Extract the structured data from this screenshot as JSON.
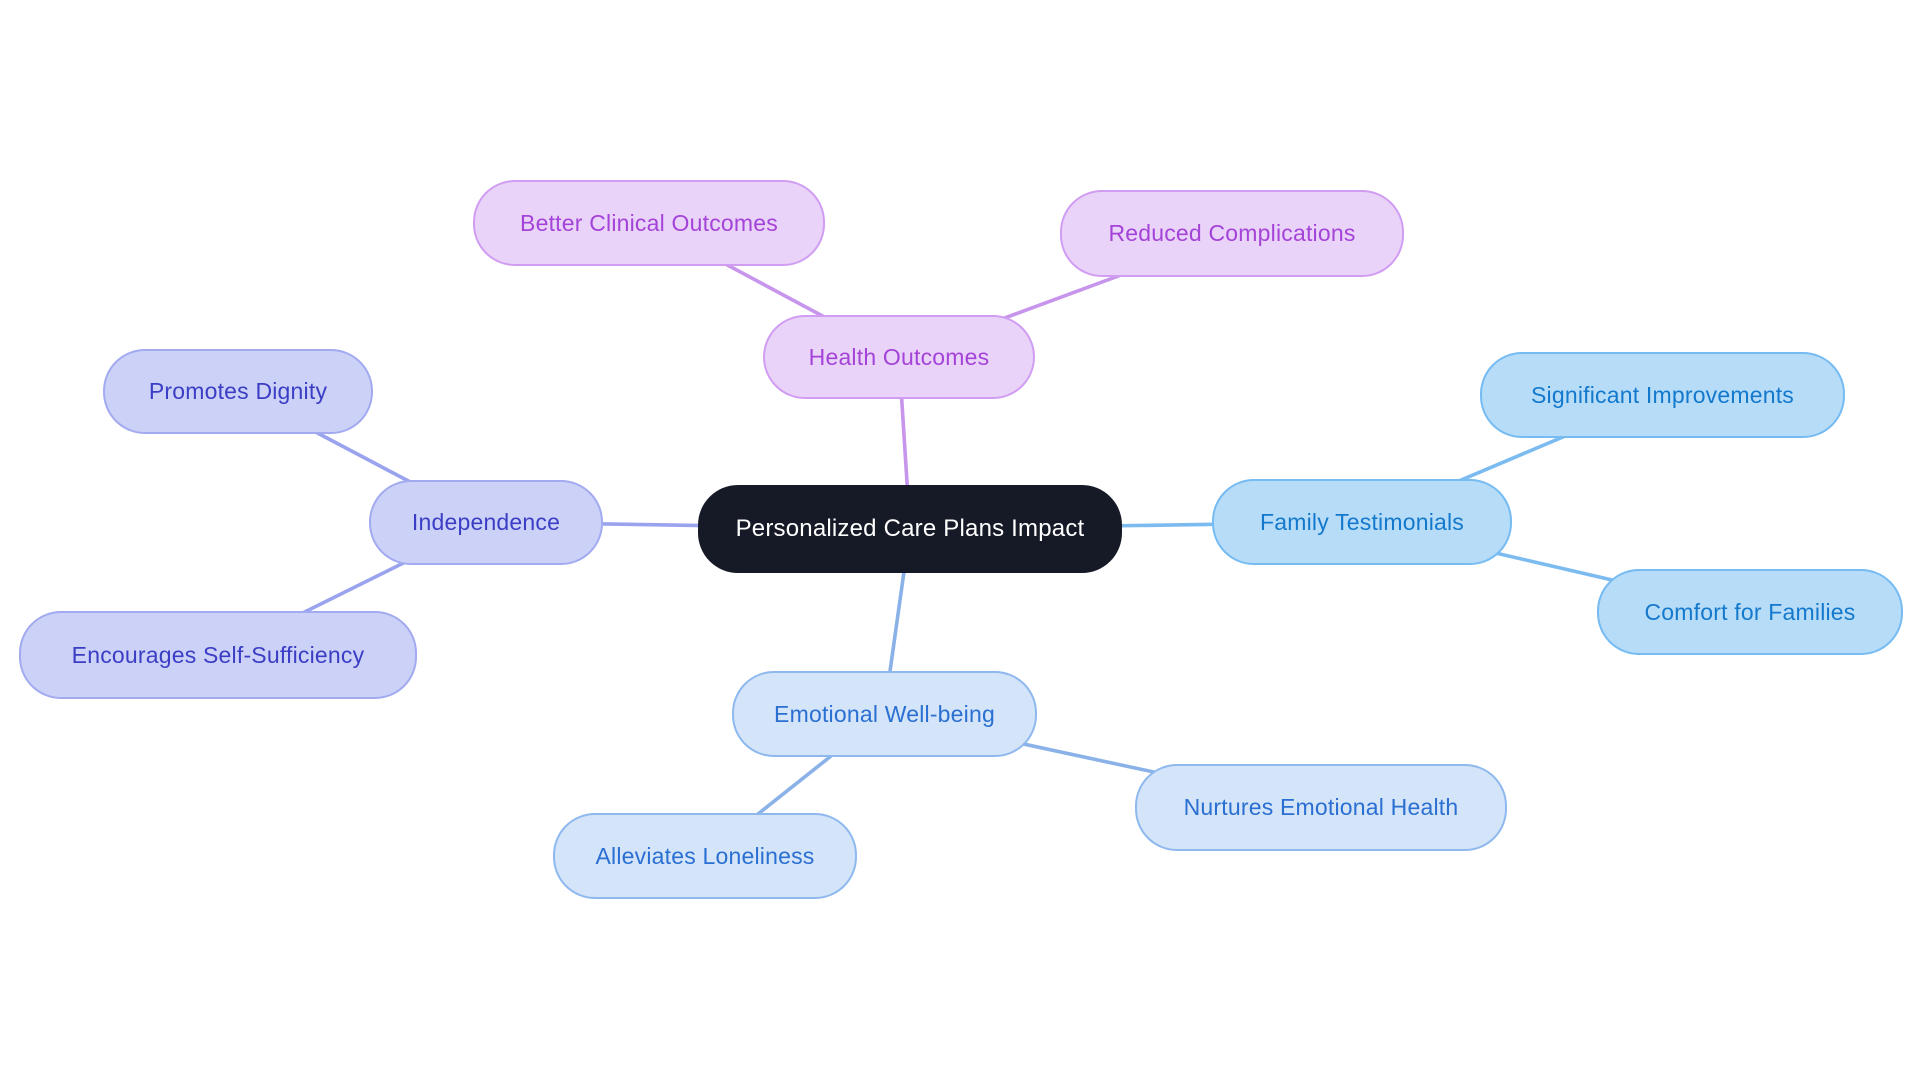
{
  "diagram": {
    "type": "mindmap",
    "background_color": "#ffffff",
    "center": {
      "label": "Personalized Care Plans Impact",
      "fill": "#161a26",
      "text_color": "#ffffff"
    },
    "branches": [
      {
        "label": "Health Outcomes",
        "fill": "#ead3f8",
        "border": "#d09df2",
        "text_color": "#a443d8",
        "edge_color": "#c795ec",
        "children": [
          {
            "label": "Better Clinical Outcomes"
          },
          {
            "label": "Reduced Complications"
          }
        ]
      },
      {
        "label": "Independence",
        "fill": "#ccd2f7",
        "border": "#a2aaf0",
        "text_color": "#3b3ec4",
        "edge_color": "#9aa3ee",
        "children": [
          {
            "label": "Promotes Dignity"
          },
          {
            "label": "Encourages Self-Sufficiency"
          }
        ]
      },
      {
        "label": "Family Testimonials",
        "fill": "#b6dcf8",
        "border": "#76bbf2",
        "text_color": "#1479cc",
        "edge_color": "#7cbbf0",
        "children": [
          {
            "label": "Significant Improvements"
          },
          {
            "label": "Comfort for Families"
          }
        ]
      },
      {
        "label": "Emotional Well-being",
        "fill": "#d4e4f9",
        "border": "#8fb9ee",
        "text_color": "#2a6fd2",
        "edge_color": "#8ab2e8",
        "children": [
          {
            "label": "Alleviates Loneliness"
          },
          {
            "label": "Nurtures Emotional Health"
          }
        ]
      }
    ]
  }
}
